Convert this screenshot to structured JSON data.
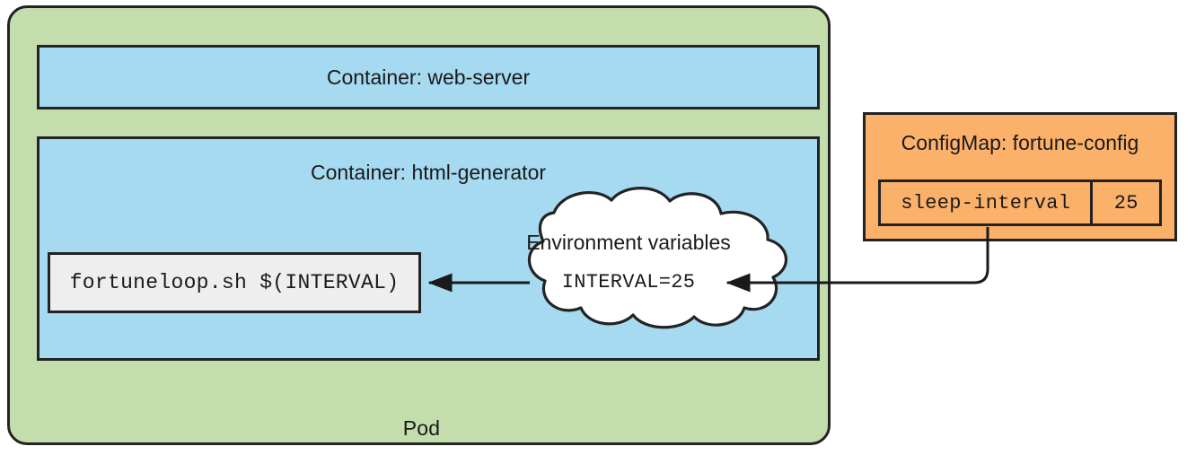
{
  "diagram": {
    "pod": {
      "label": "Pod",
      "fill": "#c3ddac",
      "stroke": "#232323"
    },
    "containers": [
      {
        "name": "web-server",
        "title": "Container: web-server",
        "fill": "#a6daf0"
      },
      {
        "name": "html-generator",
        "title": "Container: html-generator",
        "fill": "#a6daf0"
      }
    ],
    "script_box": {
      "command": "fortuneloop.sh $(INTERVAL)",
      "fill": "#eeeeee"
    },
    "cloud": {
      "title": "Environment variables",
      "variable": "INTERVAL=25",
      "fill": "#ffffff"
    },
    "configmap": {
      "title": "ConfigMap: fortune-config",
      "fill": "#fbb169",
      "entry": {
        "key": "sleep-interval",
        "value": "25"
      }
    }
  }
}
